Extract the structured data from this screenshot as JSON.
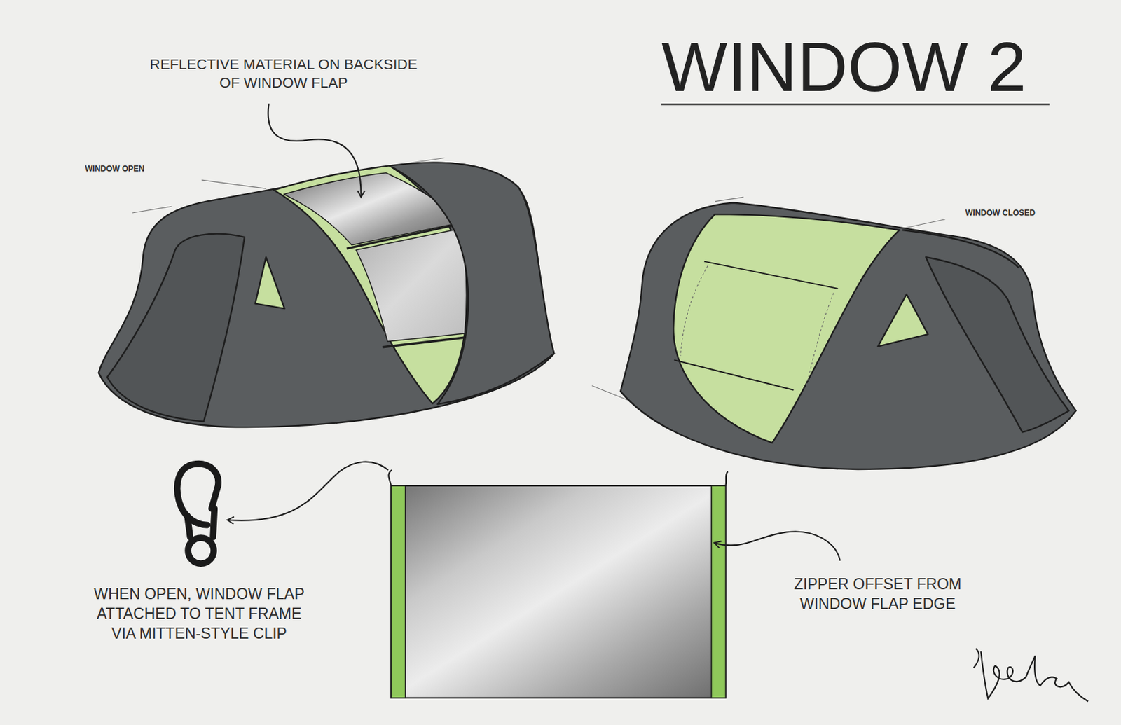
{
  "diagram": {
    "title": "WINDOW 2",
    "labels": [
      "REFLECTIVE MATERIAL ON BACKSIDE OF WINDOW FLAP",
      "WINDOW OPEN",
      "WINDOW CLOSED",
      "WHEN OPEN, WINDOW FLAP ATTACHED TO TENT FRAME VIA MITTEN-STYLE CLIP",
      "ZIPPER OFFSET FROM WINDOW FLAP EDGE"
    ]
  }
}
